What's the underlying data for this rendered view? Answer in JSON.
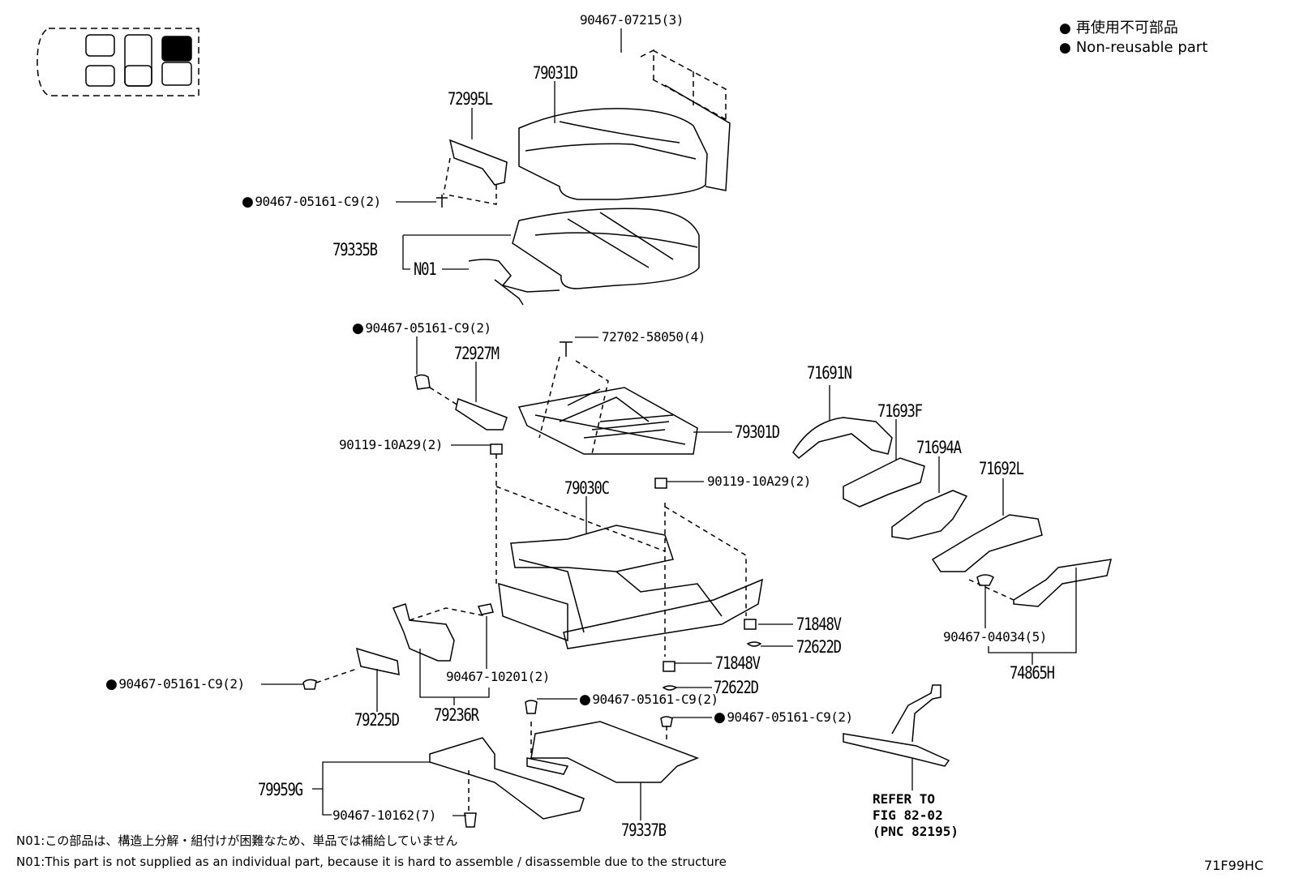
{
  "legend": {
    "ja": "再使用不可部品",
    "en": "Non-reusable part"
  },
  "parts": {
    "p90467_07215": "90467-07215(3)",
    "p79031D": "79031D",
    "p72995L": "72995L",
    "p90467_05161_top": "90467-05161-C9(2)",
    "p79335B": "79335B",
    "pN01": "N01",
    "p90467_05161_mid": "90467-05161-C9(2)",
    "p72702": "72702-58050(4)",
    "p72927M": "72927M",
    "p79301D": "79301D",
    "p90119_left": "90119-10A29(2)",
    "p79030C": "79030C",
    "p90119_right": "90119-10A29(2)",
    "p71691N": "71691N",
    "p71693F": "71693F",
    "p71694A": "71694A",
    "p71692L": "71692L",
    "p71848V_a": "71848V",
    "p72622D_a": "72622D",
    "p71848V_b": "71848V",
    "p72622D_b": "72622D",
    "p90467_04034": "90467-04034(5)",
    "p74865H": "74865H",
    "p90467_05161_left": "90467-05161-C9(2)",
    "p90467_10201": "90467-10201(2)",
    "p79225D": "79225D",
    "p79236R": "79236R",
    "p90467_05161_c1": "90467-05161-C9(2)",
    "p90467_05161_c2": "90467-05161-C9(2)",
    "p79959G": "79959G",
    "p90467_10162": "90467-10162(7)",
    "p79337B": "79337B"
  },
  "refer": {
    "line1": "REFER TO",
    "line2": "FIG 82-02",
    "line3": "(PNC 82195)"
  },
  "notes": {
    "ja": "N01:この部品は、構造上分解・組付けが困難なため、単品では補給していません",
    "en": "N01:This part is not supplied as an individual part, because it is hard to assemble / disassemble due to the structure"
  },
  "figure_code": "71F99HC"
}
